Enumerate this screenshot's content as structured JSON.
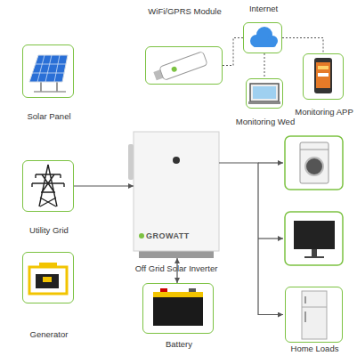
{
  "diagram": {
    "nodes": [
      {
        "text": [
          "Solar Panel"
        ]
      },
      {
        "text": [
          "WiFi/GPRS Module"
        ]
      },
      {
        "text": [
          "Internet"
        ]
      },
      {
        "text": [
          "Monitoring Wed"
        ]
      },
      {
        "text": [
          "Monitoring APP"
        ]
      },
      {
        "text": [
          "Utility Grid"
        ]
      },
      {
        "text": [
          "Off Grid Solar Inverter"
        ]
      },
      {
        "text": [
          "Generator"
        ]
      },
      {
        "text": [
          "Battery"
        ]
      },
      {
        "text": [
          "Home Loads"
        ]
      }
    ],
    "edges": [
      {
        "from": 5,
        "to": 6,
        "arrow": "to"
      },
      {
        "from": 6,
        "to": 8,
        "arrow": "both"
      },
      {
        "from": 6,
        "to": 9,
        "arrow": "to"
      },
      {
        "from": 1,
        "to": 2,
        "arrow": "none"
      },
      {
        "from": 2,
        "to": 3,
        "arrow": "none"
      },
      {
        "from": 2,
        "to": 4,
        "arrow": "none"
      }
    ],
    "labels": [
      "GROWATT"
    ]
  }
}
